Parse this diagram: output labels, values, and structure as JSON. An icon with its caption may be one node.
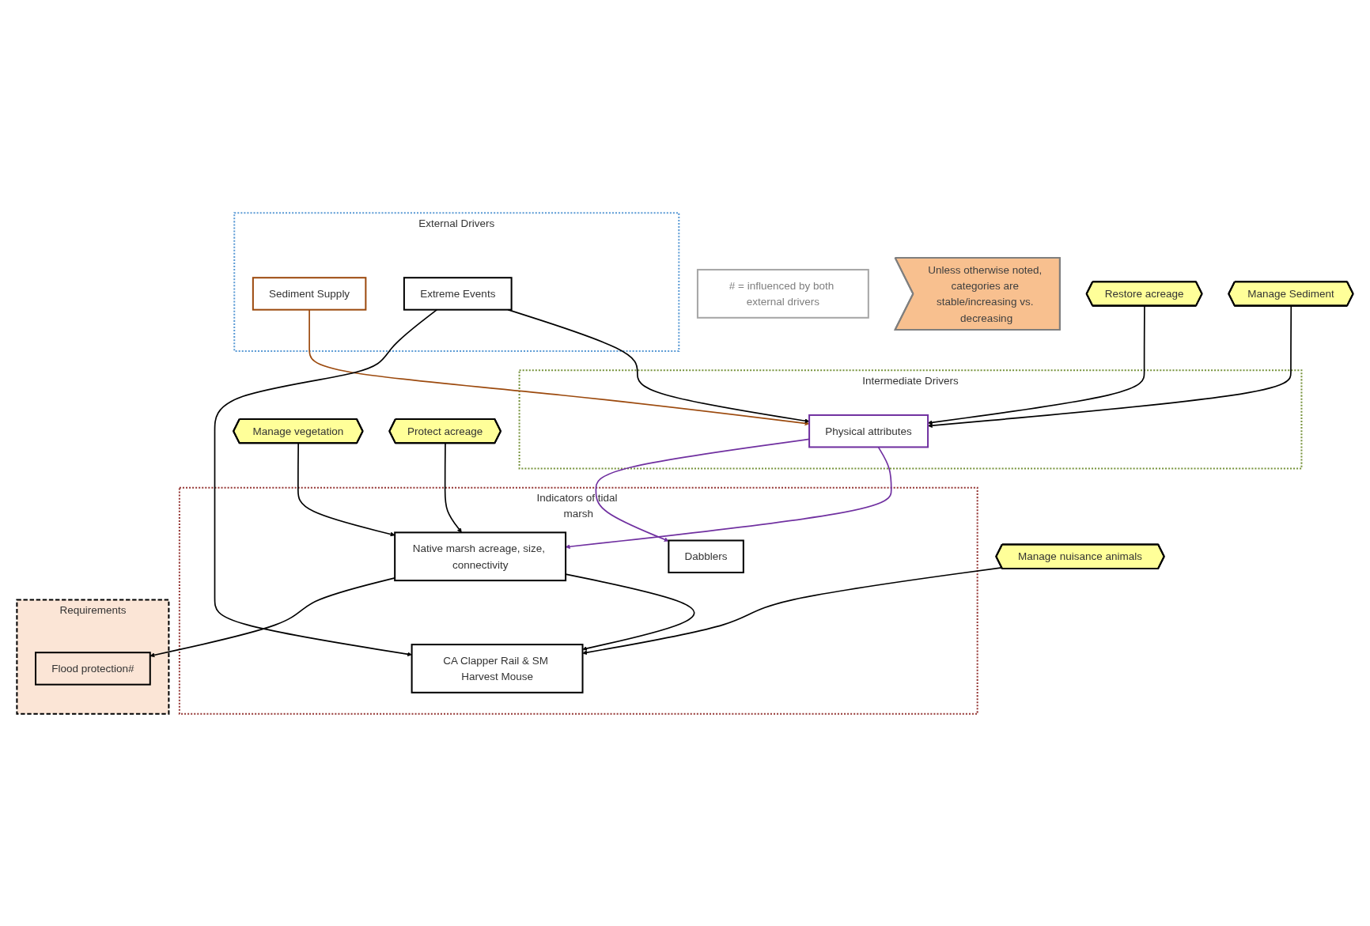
{
  "diagram": {
    "nodes": [
      {
        "text": [
          "External Drivers"
        ]
      },
      {
        "text": [
          "Sediment Supply"
        ],
        "in": 0
      },
      {
        "text": [
          "Extreme Events"
        ],
        "in": 0
      },
      {
        "text": [
          "Intermediate Drivers"
        ]
      },
      {
        "text": [
          "Physical attributes"
        ],
        "in": 3
      },
      {
        "text": [
          "Indicators of tidal marsh"
        ]
      },
      {
        "text": [
          "Native marsh acreage, size, connectivity"
        ],
        "in": 5
      },
      {
        "text": [
          "CA Clapper Rail & SM Harvest Mouse"
        ],
        "in": 5
      },
      {
        "text": [
          "Dabblers"
        ],
        "in": 5
      },
      {
        "text": [
          "# = influenced by both external drivers"
        ]
      },
      {
        "text": [
          "Requirements"
        ]
      },
      {
        "text": [
          "Flood protection#"
        ],
        "in": 10
      },
      {
        "text": [
          "Manage vegetation"
        ]
      },
      {
        "text": [
          "Protect acreage"
        ]
      },
      {
        "text": [
          "Manage nuisance animals"
        ]
      },
      {
        "text": [
          "Unless otherwise noted, categories are stable/increasing vs. decreasing"
        ]
      },
      {
        "text": [
          "Restore acreage"
        ]
      },
      {
        "text": [
          "Manage Sediment"
        ]
      }
    ],
    "edges": [
      {
        "from": 1,
        "to": 4,
        "arrow": "to",
        "color": "#9c4a0e"
      },
      {
        "from": 2,
        "to": 4,
        "arrow": "to"
      },
      {
        "from": 2,
        "to": 7,
        "arrow": "to"
      },
      {
        "from": 4,
        "to": 6,
        "arrow": "to",
        "color": "#7030a0"
      },
      {
        "from": 4,
        "to": 8,
        "arrow": "to",
        "color": "#7030a0"
      },
      {
        "from": 6,
        "to": 7,
        "arrow": "to"
      },
      {
        "from": 6,
        "to": 11,
        "arrow": "to"
      },
      {
        "from": 12,
        "to": 6,
        "arrow": "to"
      },
      {
        "from": 13,
        "to": 6,
        "arrow": "to"
      },
      {
        "from": 14,
        "to": 7,
        "arrow": "to"
      },
      {
        "from": 16,
        "to": 4,
        "arrow": "to"
      },
      {
        "from": 17,
        "to": 4,
        "arrow": "to"
      }
    ]
  }
}
